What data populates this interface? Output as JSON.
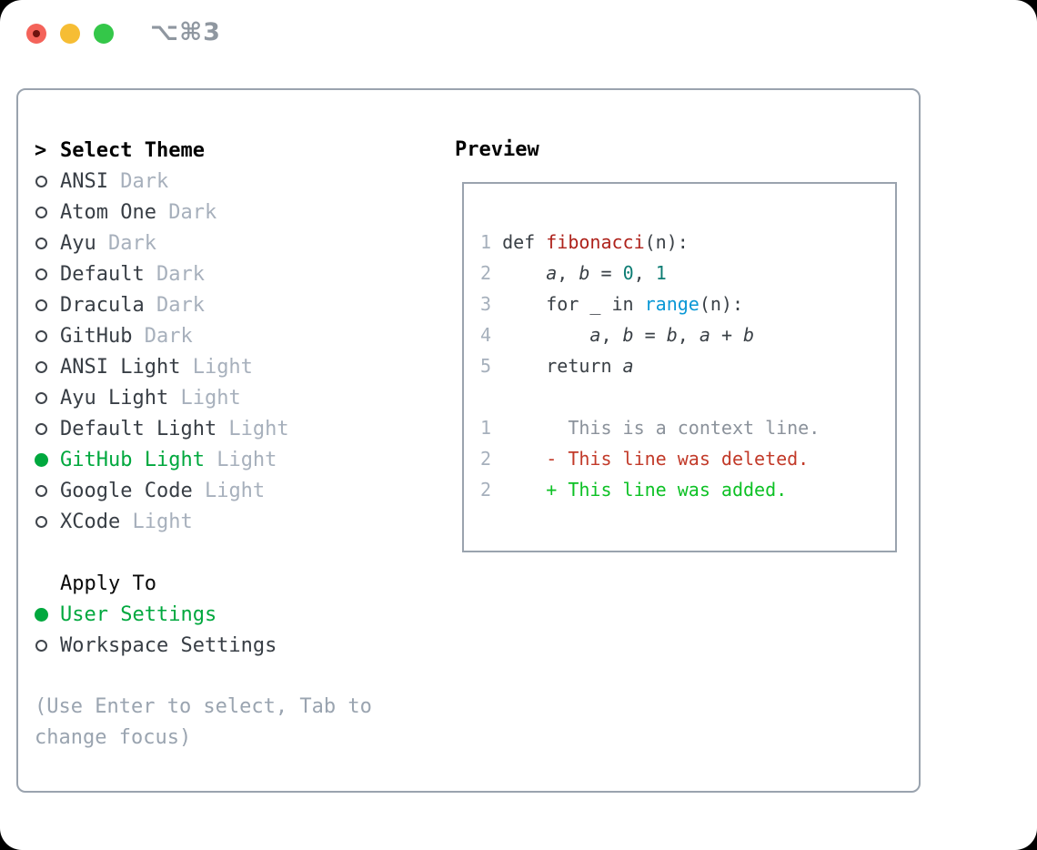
{
  "window": {
    "shortcut": "⌥⌘3",
    "traffic_lights": [
      {
        "name": "close-button",
        "color": "#f4635a"
      },
      {
        "name": "minimize-button",
        "color": "#f6bd34"
      },
      {
        "name": "zoom-button",
        "color": "#34c749"
      }
    ]
  },
  "theme_picker": {
    "header_prefix": ">",
    "header": "Select Theme",
    "items": [
      {
        "name": "ANSI",
        "variant": "Dark",
        "selected": false
      },
      {
        "name": "Atom One",
        "variant": "Dark",
        "selected": false
      },
      {
        "name": "Ayu",
        "variant": "Dark",
        "selected": false
      },
      {
        "name": "Default",
        "variant": "Dark",
        "selected": false
      },
      {
        "name": "Dracula",
        "variant": "Dark",
        "selected": false
      },
      {
        "name": "GitHub",
        "variant": "Dark",
        "selected": false
      },
      {
        "name": "ANSI Light",
        "variant": "Light",
        "selected": false
      },
      {
        "name": "Ayu Light",
        "variant": "Light",
        "selected": false
      },
      {
        "name": "Default Light",
        "variant": "Light",
        "selected": false
      },
      {
        "name": "GitHub Light",
        "variant": "Light",
        "selected": true
      },
      {
        "name": "Google Code",
        "variant": "Light",
        "selected": false
      },
      {
        "name": "XCode",
        "variant": "Light",
        "selected": false
      }
    ],
    "apply_to": {
      "header": "Apply To",
      "options": [
        {
          "name": "User Settings",
          "selected": true
        },
        {
          "name": "Workspace Settings",
          "selected": false
        }
      ]
    },
    "hint": "(Use Enter to select, Tab to change focus)"
  },
  "preview": {
    "title": "Preview",
    "code_lines": [
      {
        "num": "1",
        "segments": [
          {
            "t": "def ",
            "c": "code"
          },
          {
            "t": "fibonacci",
            "c": "func"
          },
          {
            "t": "(n):",
            "c": "code"
          }
        ]
      },
      {
        "num": "2",
        "segments": [
          {
            "t": "    ",
            "c": "code"
          },
          {
            "t": "a",
            "c": "var"
          },
          {
            "t": ", ",
            "c": "code"
          },
          {
            "t": "b",
            "c": "var"
          },
          {
            "t": " = ",
            "c": "code"
          },
          {
            "t": "0",
            "c": "num"
          },
          {
            "t": ", ",
            "c": "code"
          },
          {
            "t": "1",
            "c": "num"
          }
        ]
      },
      {
        "num": "3",
        "segments": [
          {
            "t": "    for _ in ",
            "c": "code"
          },
          {
            "t": "range",
            "c": "builtin"
          },
          {
            "t": "(n):",
            "c": "code"
          }
        ]
      },
      {
        "num": "4",
        "segments": [
          {
            "t": "        ",
            "c": "code"
          },
          {
            "t": "a",
            "c": "var"
          },
          {
            "t": ", ",
            "c": "code"
          },
          {
            "t": "b",
            "c": "var"
          },
          {
            "t": " = ",
            "c": "code"
          },
          {
            "t": "b",
            "c": "var"
          },
          {
            "t": ", ",
            "c": "code"
          },
          {
            "t": "a",
            "c": "var"
          },
          {
            "t": " + ",
            "c": "code"
          },
          {
            "t": "b",
            "c": "var"
          }
        ]
      },
      {
        "num": "5",
        "segments": [
          {
            "t": "    return ",
            "c": "code"
          },
          {
            "t": "a",
            "c": "var"
          }
        ]
      },
      {
        "num": "",
        "segments": []
      },
      {
        "num": "1",
        "segments": [
          {
            "t": "      This is a context line.",
            "c": "context"
          }
        ]
      },
      {
        "num": "2",
        "segments": [
          {
            "t": "    - This line was deleted.",
            "c": "deleted"
          }
        ]
      },
      {
        "num": "2",
        "segments": [
          {
            "t": "    + This line was added.",
            "c": "added"
          }
        ]
      }
    ]
  },
  "colors": {
    "panel_border": "#9aa3ae",
    "selection_green": "#00a83e",
    "item_text": "#383e45",
    "variant_suffix": "#a7b0bc",
    "hint_text": "#9aa4b0",
    "line_number": "#a6b0bc",
    "func_red": "#ae221b",
    "number_teal": "#0e7d74",
    "builtin_blue": "#0a98d6",
    "context_gray": "#8b929b",
    "deleted_red": "#c23a29",
    "added_green": "#0dc125"
  }
}
